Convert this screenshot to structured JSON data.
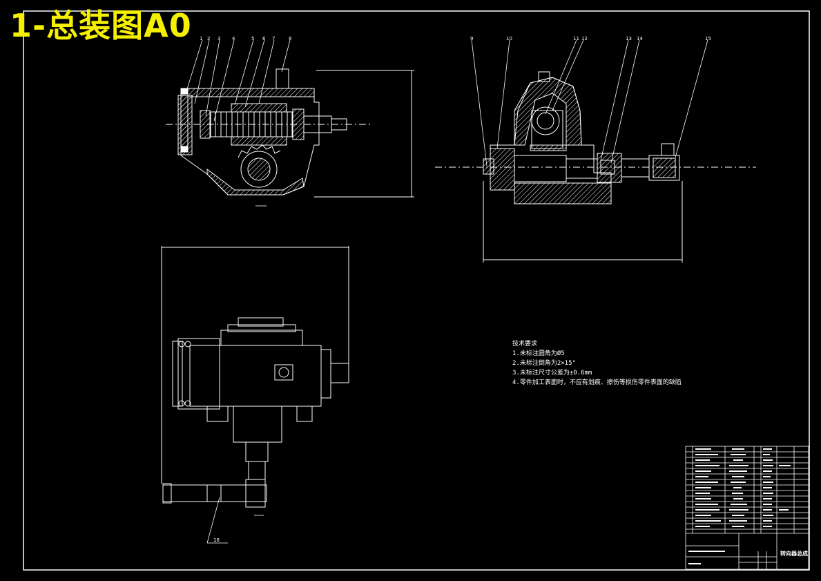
{
  "sheet": {
    "overlay_title": "1-总装图A0"
  },
  "technical_requirements": {
    "heading": "技术要求",
    "items": [
      "1.未标注圆角为Ø5",
      "2.未标注倒角为2×15°",
      "3.未标注尺寸公差为±0.6mm",
      "4.零件加工表面时，不应有划痕、擦伤等损伤零件表面的缺陷"
    ]
  },
  "balloons": {
    "top_left": [
      "1",
      "2",
      "3",
      "4",
      "5",
      "6",
      "7",
      "8"
    ],
    "top_right": [
      "9",
      "10",
      "11",
      "12",
      "13",
      "14",
      "15"
    ],
    "bottom": [
      "16"
    ]
  },
  "title_block": {
    "drawing_name": "转向器总成"
  },
  "colors": {
    "background": "#000000",
    "line": "#ffffff",
    "title": "#f4f000"
  }
}
